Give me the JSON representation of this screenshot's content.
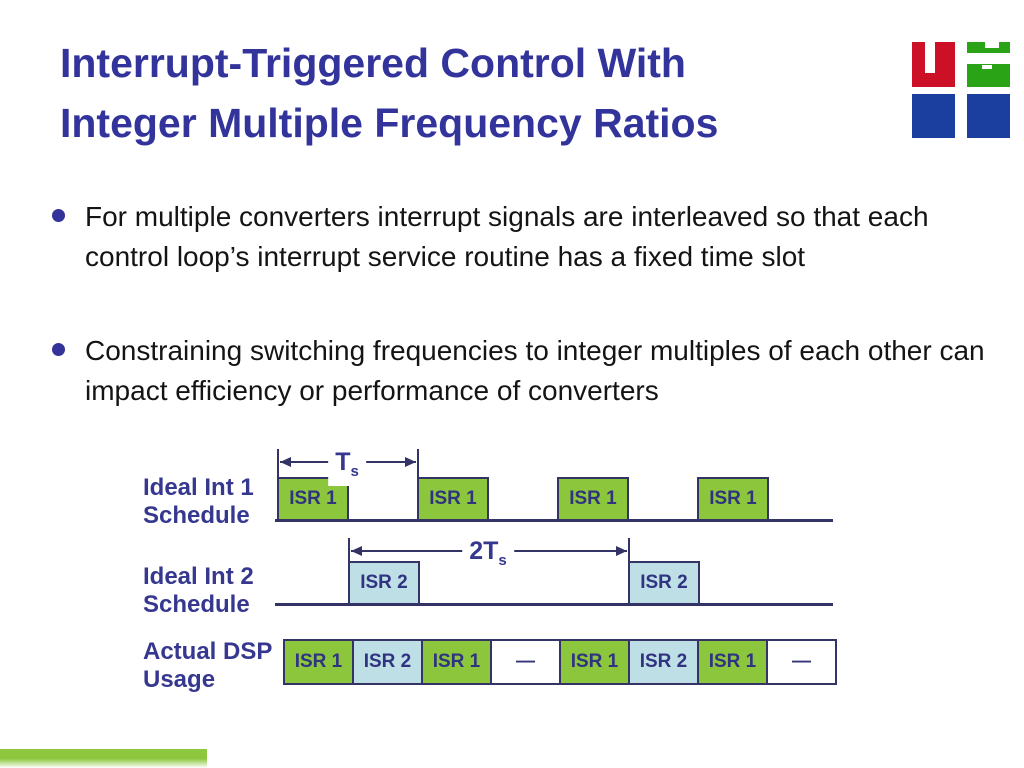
{
  "slide": {
    "title": {
      "line1": "Interrupt-Triggered Control With",
      "line2": "Integer Multiple Frequency Ratios"
    },
    "bullets": [
      {
        "text": "For multiple converters interrupt signals are interleaved so that each control loop’s interrupt service routine has a fixed time slot"
      },
      {
        "text": "Constraining switching frequencies to integer multiples of each other can impact efficiency or performance of converters"
      }
    ]
  },
  "diagram": {
    "ideal1": {
      "label_line1": "Ideal Int 1",
      "label_line2": "Schedule",
      "boxes": [
        "ISR 1",
        "ISR 1",
        "ISR 1",
        "ISR 1"
      ],
      "period_annotation": {
        "base": "T",
        "sub": "s"
      }
    },
    "ideal2": {
      "label_line1": "Ideal Int 2",
      "label_line2": "Schedule",
      "boxes": [
        "ISR 2",
        "ISR 2"
      ],
      "period_annotation": {
        "base": "2T",
        "sub": "s"
      }
    },
    "actual": {
      "label_line1": "Actual DSP",
      "label_line2": "Usage",
      "cells": [
        {
          "label": "ISR 1",
          "type": "isr1"
        },
        {
          "label": "ISR 2",
          "type": "isr2"
        },
        {
          "label": "ISR 1",
          "type": "isr1"
        },
        {
          "label": "—",
          "type": "idle"
        },
        {
          "label": "ISR 1",
          "type": "isr1"
        },
        {
          "label": "ISR 2",
          "type": "isr2"
        },
        {
          "label": "ISR 1",
          "type": "isr1"
        },
        {
          "label": "—",
          "type": "idle"
        }
      ]
    }
  },
  "colors": {
    "title_text": "#32349B",
    "body_text": "#141414",
    "bullet_dot": "#333399",
    "diagram_label": "#36388F",
    "isr1_fill": "#8CC63C",
    "isr2_fill": "#BFDFE7",
    "line_navy": "#333366",
    "footer_bar_green": "#8CC63C",
    "logo_red": "#CC1126",
    "logo_green": "#2AA317",
    "logo_blue": "#1B3F9E"
  }
}
